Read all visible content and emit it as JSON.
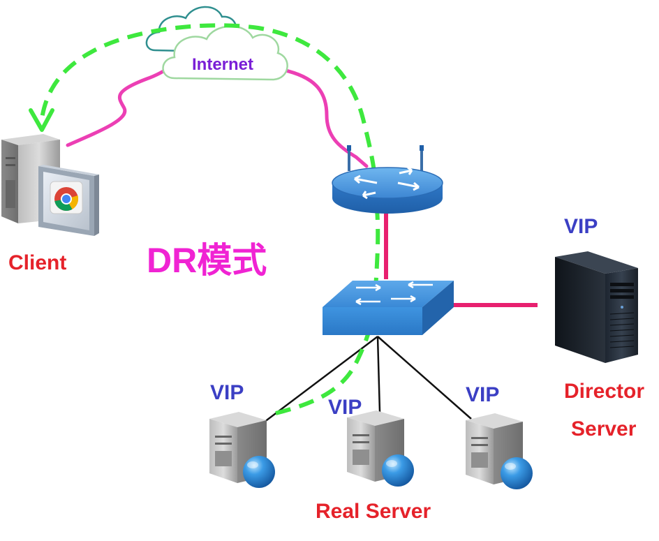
{
  "diagram": {
    "mode_title": "DR模式",
    "internet_label": "Internet",
    "client_label": "Client",
    "director": {
      "vip_label": "VIP",
      "name_line1": "Director",
      "name_line2": "Server"
    },
    "real_servers": [
      {
        "vip_label": "VIP"
      },
      {
        "vip_label": "VIP"
      },
      {
        "vip_label": "VIP"
      }
    ],
    "real_server_label": "Real Server",
    "colors": {
      "link_magenta": "#ec3fb4",
      "link_switch": "#e8206f",
      "return_path_green": "#3ee83e",
      "vip_blue": "#3b3fc4",
      "label_red": "#e5222a",
      "title_magenta": "#f023d3",
      "internet_purple": "#7a1fd6",
      "device_blue": "#3f8fd8"
    },
    "icons": [
      "cloud-icon",
      "client-pc-icon",
      "browser-icon",
      "router-icon",
      "switch-icon",
      "director-server-icon",
      "real-server-icon",
      "globe-icon"
    ]
  }
}
